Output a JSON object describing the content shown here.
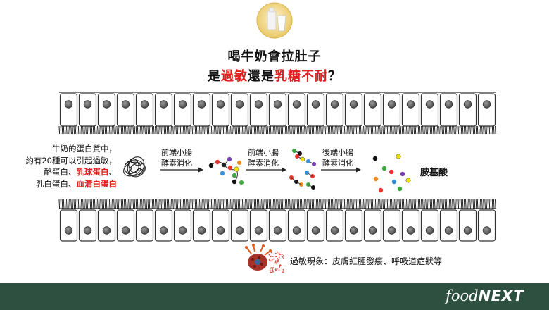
{
  "title": {
    "line1": "喝牛奶會拉肚子",
    "line2_part1": "是",
    "line2_part2": "過敏",
    "line2_part3": "還是",
    "line2_part4": "乳糖不耐",
    "line2_part5": "？"
  },
  "left_text": {
    "line1": "牛奶的蛋白質中，",
    "line2": "約有20種可以引起過敏，",
    "line3_a": "酪蛋白、",
    "line3_b": "乳球蛋白",
    "line3_c": "、",
    "line4_a": "乳白蛋白、",
    "line4_b": "血清白蛋白"
  },
  "steps": [
    {
      "line1": "前端小腸",
      "line2": "酵素消化"
    },
    {
      "line1": "前端小腸",
      "line2": "酵素消化"
    },
    {
      "line1": "後端小腸",
      "line2": "酵素消化"
    }
  ],
  "result_label": "胺基酸",
  "allergy_text": "過敏現象：皮膚紅腫發癢、呼吸道症狀等",
  "brand": {
    "part1": "food",
    "part2": "NEXT"
  },
  "colors": {
    "footer_bg": "#2e5040",
    "accent_red": "#e02020",
    "cell_border": "#333333",
    "nucleus": "#6e6e6e"
  }
}
